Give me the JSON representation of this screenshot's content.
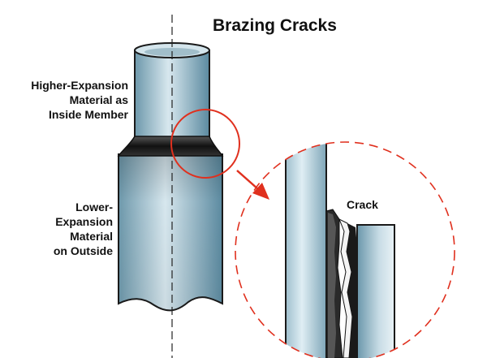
{
  "title": "Brazing Cracks",
  "labels": {
    "inside_member": [
      "Higher-Expansion",
      "Material as",
      "Inside Member"
    ],
    "outside_member": [
      "Lower-",
      "Expansion",
      "Material",
      "on Outside"
    ],
    "crack": "Crack"
  },
  "colors": {
    "tube_light": "#c9dde6",
    "tube_dark": "#5f8ea3",
    "braze": "#111111",
    "callout_red": "#e0301e"
  }
}
